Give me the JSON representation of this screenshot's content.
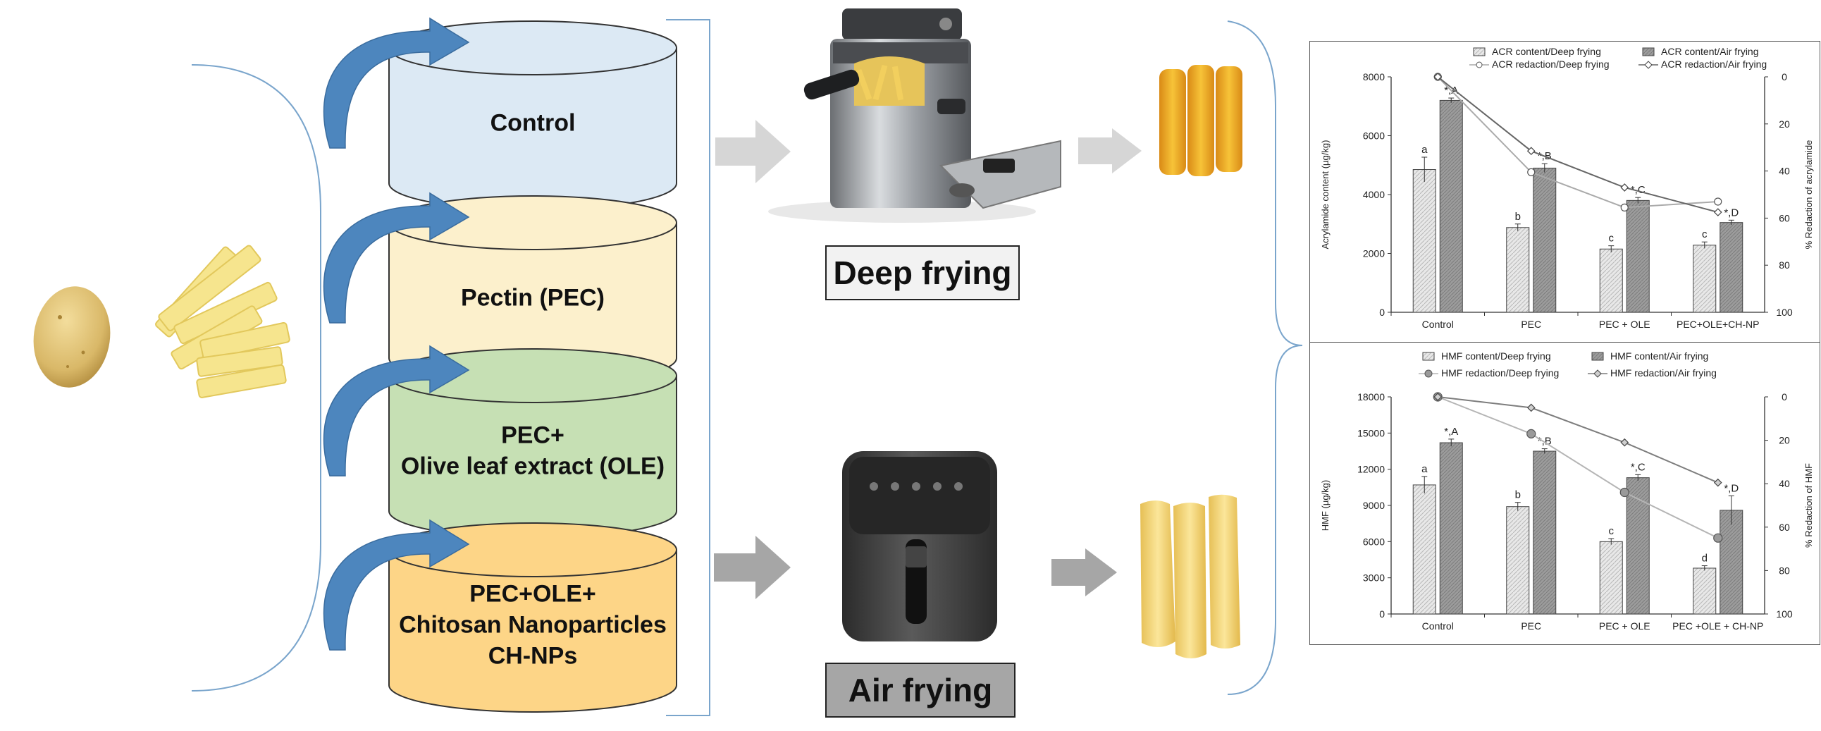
{
  "treatments": [
    {
      "label_lines": [
        "Control"
      ],
      "color": "#dce9f4"
    },
    {
      "label_lines": [
        "Pectin (PEC)"
      ],
      "color": "#fcf0cc"
    },
    {
      "label_lines": [
        "PEC+",
        "Olive leaf extract (OLE)"
      ],
      "color": "#c6e0b4"
    },
    {
      "label_lines": [
        "PEC+OLE+",
        "Chitosan Nanoparticles",
        "CH-NPs"
      ],
      "color": "#fdd587"
    }
  ],
  "methods": {
    "deep": "Deep frying",
    "air": "Air frying"
  },
  "colors": {
    "arrow_blue": "#4d86be",
    "arrow_grey_light": "#d6d6d6",
    "arrow_grey_dark": "#a6a6a6",
    "air_label_bg": "#a6a6a6",
    "bracket": "#7aa5cc"
  },
  "icons": [
    "potato-icon",
    "potato-strips-icon",
    "deep-fryer-icon",
    "fried-fries-icon",
    "air-fryer-icon",
    "air-fried-fries-icon"
  ],
  "chart_data": [
    {
      "type": "bar",
      "categories": [
        "Control",
        "PEC",
        "PEC + OLE",
        "PEC+OLE+CH-NP"
      ],
      "ylabel": "Acrylamide content (µg/kg)",
      "y2label": "% Redaction of acrylamide",
      "ylim": [
        0,
        8000
      ],
      "yticks": [
        "0",
        "2000",
        "4000",
        "6000",
        "8000"
      ],
      "y2lim": [
        0,
        100
      ],
      "y2ticks": [
        "0",
        "20",
        "40",
        "60",
        "80",
        "100"
      ],
      "y2_reversed": true,
      "legend": [
        "ACR content/Deep frying",
        "ACR content/Air frying",
        "ACR redaction/Deep frying",
        "ACR redaction/Air frying"
      ],
      "series": [
        {
          "name": "ACR content/Deep frying",
          "kind": "bar",
          "values": [
            4850,
            2880,
            2150,
            2280
          ],
          "errors": [
            420,
            120,
            110,
            110
          ],
          "labels": [
            "a",
            "b",
            "c",
            "c"
          ]
        },
        {
          "name": "ACR content/Air frying",
          "kind": "bar",
          "values": [
            7200,
            4900,
            3800,
            3050
          ],
          "errors": [
            80,
            150,
            100,
            80
          ],
          "labels": [
            "*,A",
            "*,B",
            "*,C",
            "*,D"
          ]
        },
        {
          "name": "ACR redaction/Deep frying",
          "kind": "line",
          "values": [
            0,
            40.5,
            55.5,
            53
          ]
        },
        {
          "name": "ACR redaction/Air frying",
          "kind": "line",
          "values": [
            0,
            31.5,
            47,
            57.5
          ]
        }
      ]
    },
    {
      "type": "bar",
      "categories": [
        "Control",
        "PEC",
        "PEC + OLE",
        "PEC +OLE + CH-NP"
      ],
      "ylabel": "HMF (µg/kg)",
      "y2label": "% Redaction of HMF",
      "ylim": [
        0,
        18000
      ],
      "yticks": [
        "0",
        "3000",
        "6000",
        "9000",
        "12000",
        "15000",
        "18000"
      ],
      "y2lim": [
        0,
        100
      ],
      "y2ticks": [
        "0",
        "20",
        "40",
        "60",
        "80",
        "100"
      ],
      "y2_reversed": true,
      "legend": [
        "HMF content/Deep frying",
        "HMF content/Air frying",
        "HMF redaction/Deep frying",
        "HMF redaction/Air frying"
      ],
      "series": [
        {
          "name": "HMF content/Deep frying",
          "kind": "bar",
          "values": [
            10700,
            8900,
            6000,
            3800
          ],
          "errors": [
            700,
            350,
            250,
            200
          ],
          "labels": [
            "a",
            "b",
            "c",
            "d"
          ]
        },
        {
          "name": "HMF content/Air frying",
          "kind": "bar",
          "values": [
            14200,
            13500,
            11300,
            8600
          ],
          "errors": [
            300,
            200,
            250,
            1200
          ],
          "labels": [
            "*,A",
            "*,B",
            "*,C",
            "*,D"
          ]
        },
        {
          "name": "HMF redaction/Deep frying",
          "kind": "line",
          "values": [
            0,
            17,
            44,
            65
          ]
        },
        {
          "name": "HMF redaction/Air frying",
          "kind": "line",
          "values": [
            0,
            5,
            21,
            39.5
          ]
        }
      ]
    }
  ]
}
